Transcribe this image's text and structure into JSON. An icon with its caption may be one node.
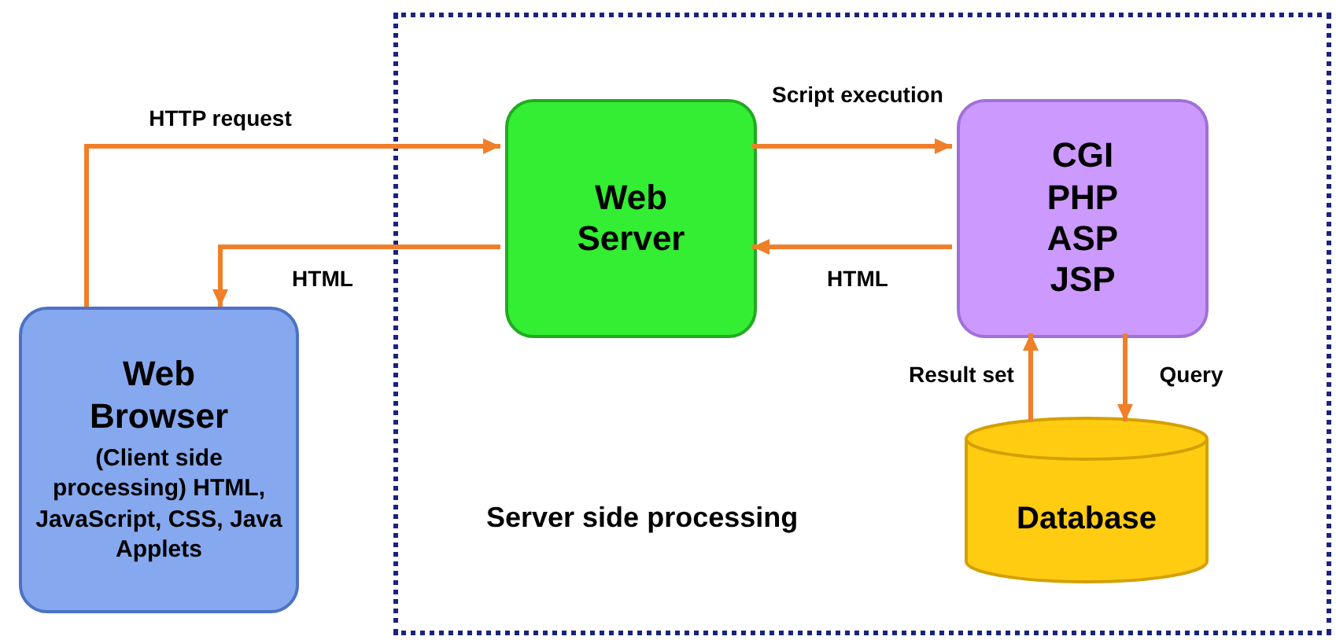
{
  "diagram": {
    "nodes": [
      {
        "text": [
          "Server side processing"
        ]
      },
      {
        "text": [
          "Web Server"
        ],
        "in": 0
      },
      {
        "text": [
          "CGI PHP ASP JSP"
        ],
        "in": 0
      },
      {
        "text": [
          "Database"
        ],
        "in": 0
      },
      {
        "text": [
          "Web Browser",
          "(Client side processing) HTML, JavaScript, CSS, Java Applets"
        ]
      }
    ],
    "edges": [
      {
        "from": 4,
        "to": 1,
        "arrow": "to",
        "label": "HTTP request"
      },
      {
        "from": 1,
        "to": 4,
        "arrow": "to",
        "label": "HTML"
      },
      {
        "from": 1,
        "to": 2,
        "arrow": "to",
        "label": "Script execution"
      },
      {
        "from": 2,
        "to": 1,
        "arrow": "to",
        "label": "HTML"
      },
      {
        "from": 3,
        "to": 2,
        "arrow": "to",
        "label": "Result set"
      },
      {
        "from": 2,
        "to": 3,
        "arrow": "to",
        "label": "Query"
      }
    ]
  }
}
